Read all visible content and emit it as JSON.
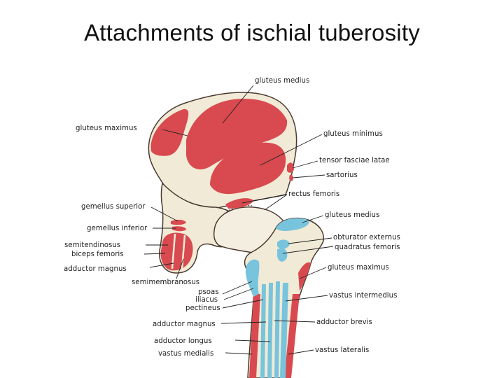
{
  "slide": {
    "title": "Attachments of ischial tuberosity"
  },
  "colors": {
    "bone": "#f1ead6",
    "bone_outline": "#4a3b30",
    "muscle_origin": "#d84a4f",
    "muscle_insertion": "#78c4dc",
    "leader_line": "#222222"
  },
  "diagram": {
    "labels_left": {
      "gluteus_maximus": "gluteus maximus",
      "gemellus_superior": "gemellus superior",
      "gemellus_inferior": "gemellus inferior",
      "semitendinosus": "semitendinosus",
      "biceps_femoris": "biceps femoris",
      "adductor_magnus": "adductor magnus",
      "semimembranosus": "semimembranosus",
      "psoas": "psoas",
      "iliacus": "iliacus",
      "pectineus": "pectineus",
      "adductor_magnus_2": "adductor magnus",
      "adductor_longus": "adductor longus",
      "vastus_medialis": "vastus medialis"
    },
    "labels_right": {
      "gluteus_medius": "gluteus medius",
      "gluteus_minimus": "gluteus minimus",
      "tensor_fasciae_latae": "tensor fasciae latae",
      "sartorius": "sartorius",
      "rectus_femoris": "rectus femoris",
      "gluteus_medius_2": "gluteus medius",
      "obturator_externus": "obturator externus",
      "quadratus_femoris": "quadratus femoris",
      "gluteus_maximus_2": "gluteus maximus",
      "vastus_intermedius": "vastus intermedius",
      "adductor_brevis": "adductor brevis",
      "vastus_lateralis": "vastus lateralis"
    }
  }
}
